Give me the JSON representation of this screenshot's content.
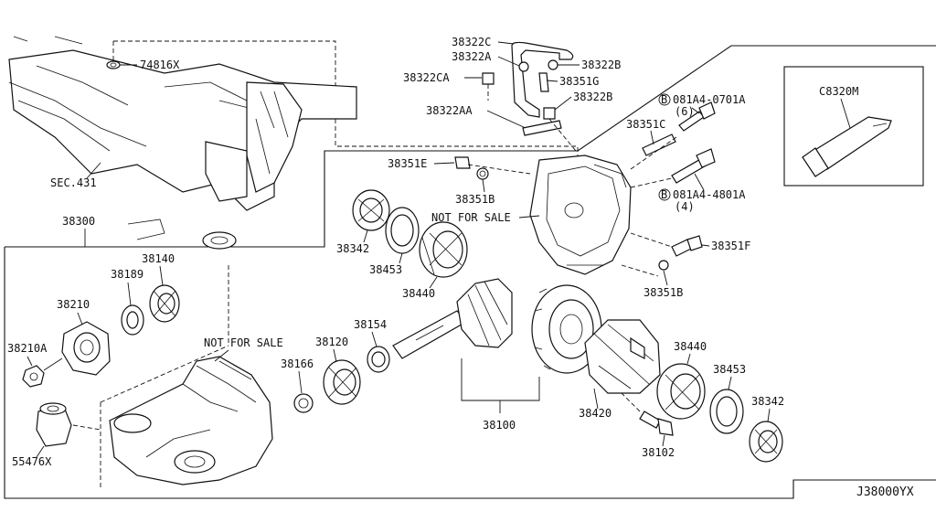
{
  "diagram_id": "J38000YX",
  "labels": {
    "p74816x": "74816X",
    "sec431": "SEC.431",
    "p38322c": "38322C",
    "p38322a": "38322A",
    "p38322b_top": "38322B",
    "p38322ca": "38322CA",
    "p38351g": "38351G",
    "p38322b_mid": "38322B",
    "p38322aa": "38322AA",
    "p38351c": "38351C",
    "bolt_upper_code": "081A4-0701A",
    "bolt_upper_qty": "(6)",
    "bolt_lower_code": "081A4-4801A",
    "bolt_lower_qty": "(4)",
    "bolt_marker": "B",
    "p38351e": "38351E",
    "p38351b_top": "38351B",
    "nfs_top": "NOT FOR SALE",
    "p38342_top": "38342",
    "p38453_top": "38453",
    "p38440_top": "38440",
    "p38351f": "38351F",
    "p38351b_bottom": "38351B",
    "c8320m": "C8320M",
    "p38300": "38300",
    "p38140": "38140",
    "p38189": "38189",
    "p38210": "38210",
    "p38210a": "38210A",
    "nfs_bottom": "NOT FOR SALE",
    "p38154": "38154",
    "p38120": "38120",
    "p38166": "38166",
    "p55476x": "55476X",
    "p38100": "38100",
    "p38440_bottom": "38440",
    "p38453_bottom": "38453",
    "p38420": "38420",
    "p38342_bottom": "38342",
    "p38102": "38102"
  }
}
